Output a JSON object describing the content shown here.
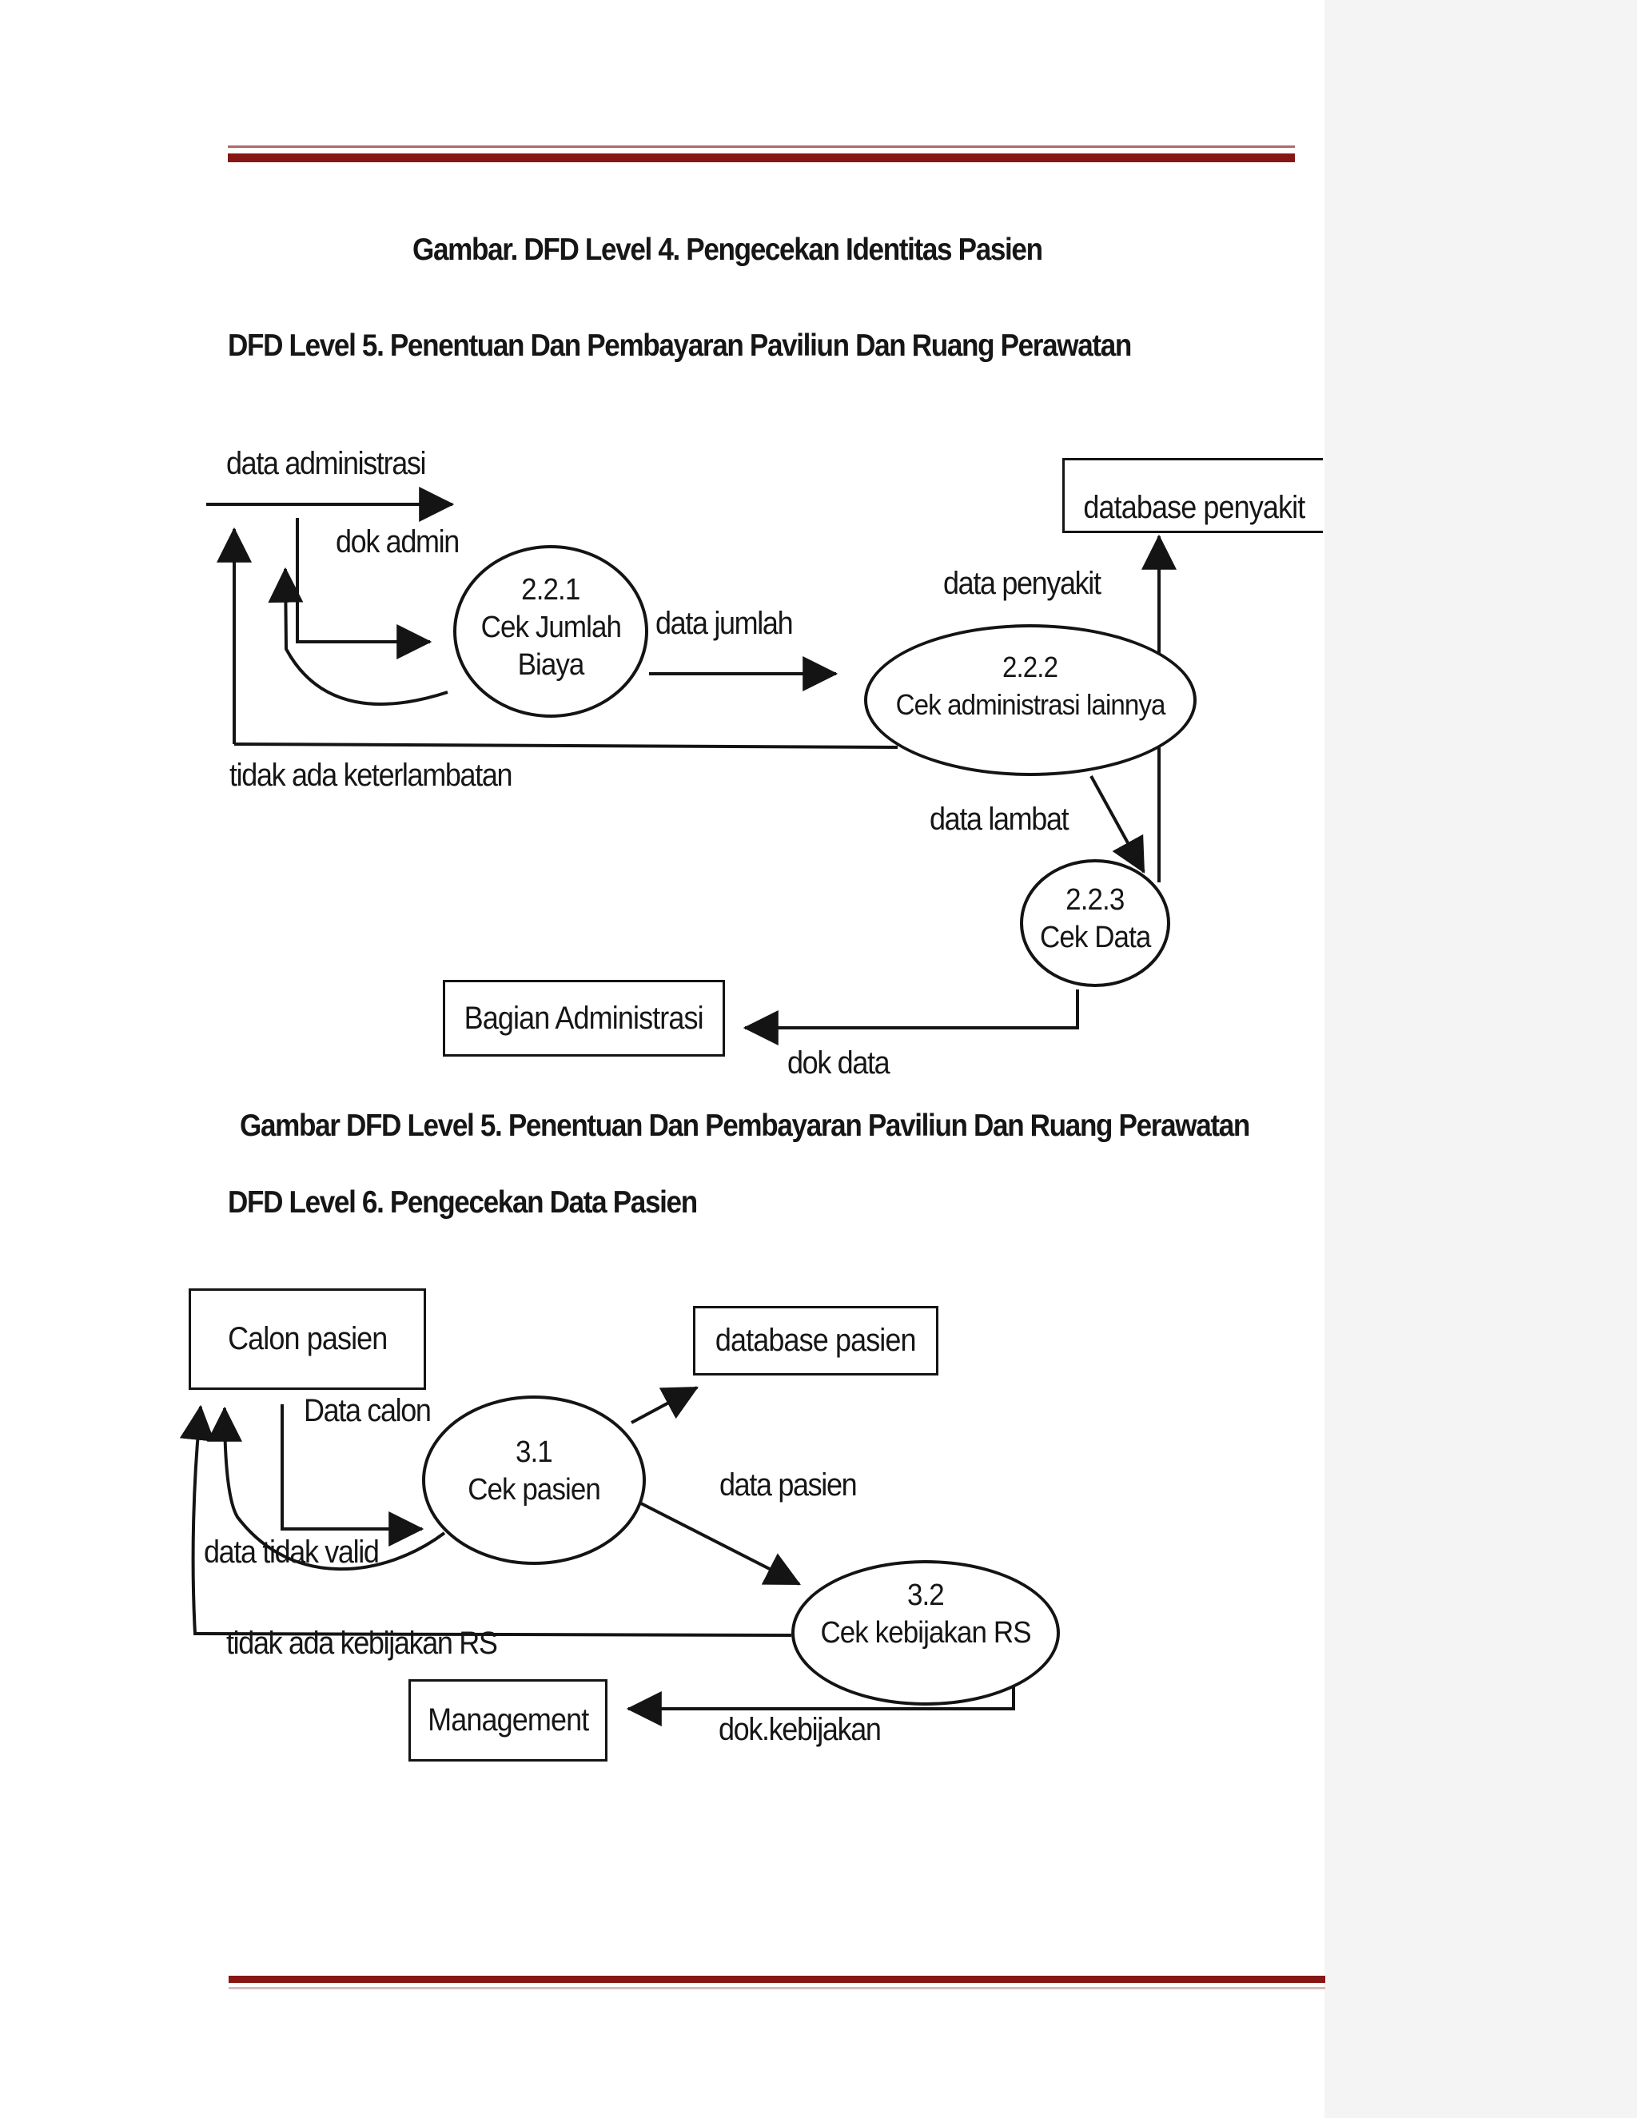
{
  "document": {
    "title_gambar4": "Gambar. DFD Level 4. Pengecekan Identitas Pasien",
    "heading_dfd5": "DFD Level 5. Penentuan Dan Pembayaran Paviliun Dan Ruang Perawatan",
    "caption_dfd5": "Gambar DFD Level 5. Penentuan Dan Pembayaran Paviliun Dan Ruang Perawatan",
    "heading_dfd6": "DFD Level 6. Pengecekan Data Pasien"
  },
  "colors": {
    "rule_dark_red": "#871714",
    "rule_top_light": "#b06a6a",
    "rule_bottom_light": "#d8bcbc",
    "ink": "#161616"
  },
  "diagram1": {
    "process_221": {
      "id": "2.2.1",
      "line1": "Cek Jumlah",
      "line2": "Biaya"
    },
    "process_222": {
      "id": "2.2.2",
      "line1": "Cek administrasi lainnya"
    },
    "process_223": {
      "id": "2.2.3",
      "line1": "Cek Data"
    },
    "store_database_penyakit": "database penyakit",
    "entity_bagian_administrasi": "Bagian Administrasi",
    "flow_data_administrasi": "data administrasi",
    "flow_dok_admin": "dok admin",
    "flow_data_jumlah": "data jumlah",
    "flow_data_penyakit": "data penyakit",
    "flow_tidak_ada_keterlambatan": "tidak ada keterlambatan",
    "flow_data_lambat": "data lambat",
    "flow_dok_data": "dok data"
  },
  "diagram2": {
    "process_31": {
      "id": "3.1",
      "line1": "Cek pasien"
    },
    "process_32": {
      "id": "3.2",
      "line1": "Cek kebijakan RS"
    },
    "entity_calon_pasien": "Calon pasien",
    "store_database_pasien": "database pasien",
    "entity_management": "Management",
    "flow_data_calon": "Data calon",
    "flow_data_pasien": "data pasien",
    "flow_data_tidak_valid": "data tidak valid",
    "flow_tidak_ada_kebijakan_rs": "tidak ada kebijakan RS",
    "flow_dok_kebijakan": "dok.kebijakan"
  }
}
